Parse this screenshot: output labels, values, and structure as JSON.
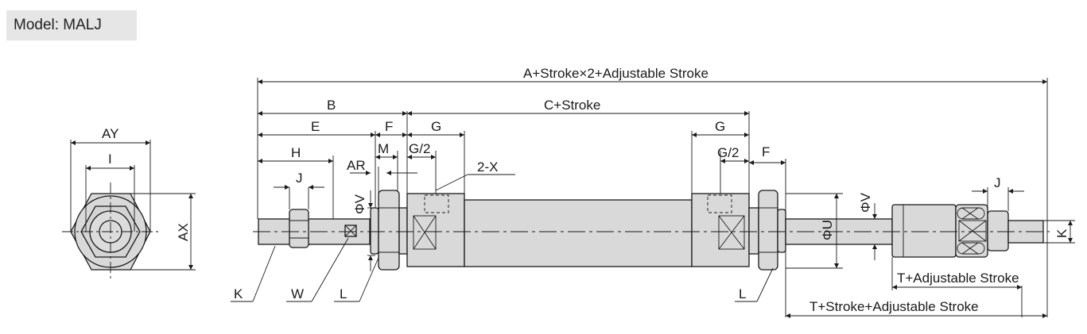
{
  "model_label": "Model: MALJ",
  "dimensions": {
    "total": "A+Stroke×2+Adjustable Stroke",
    "b": "B",
    "c_stroke": "C+Stroke",
    "e": "E",
    "f_left": "F",
    "g_left": "G",
    "g_right": "G",
    "h": "H",
    "m": "M",
    "g2_left": "G/2",
    "g2_right": "G/2",
    "f_right": "F",
    "two_x": "2-X",
    "ar": "AR",
    "j_left": "J",
    "j_right": "J",
    "phi_v_left": "ΦV",
    "phi_v_right": "ΦV",
    "phi_u": "ΦU",
    "k_right": "K",
    "k_left": "K",
    "w": "W",
    "l_left": "L",
    "l_right": "L",
    "t_adj": "T+Adjustable Stroke",
    "t_stroke_adj": "T+Stroke+Adjustable Stroke",
    "ay": "AY",
    "i": "I",
    "ax": "AX"
  }
}
